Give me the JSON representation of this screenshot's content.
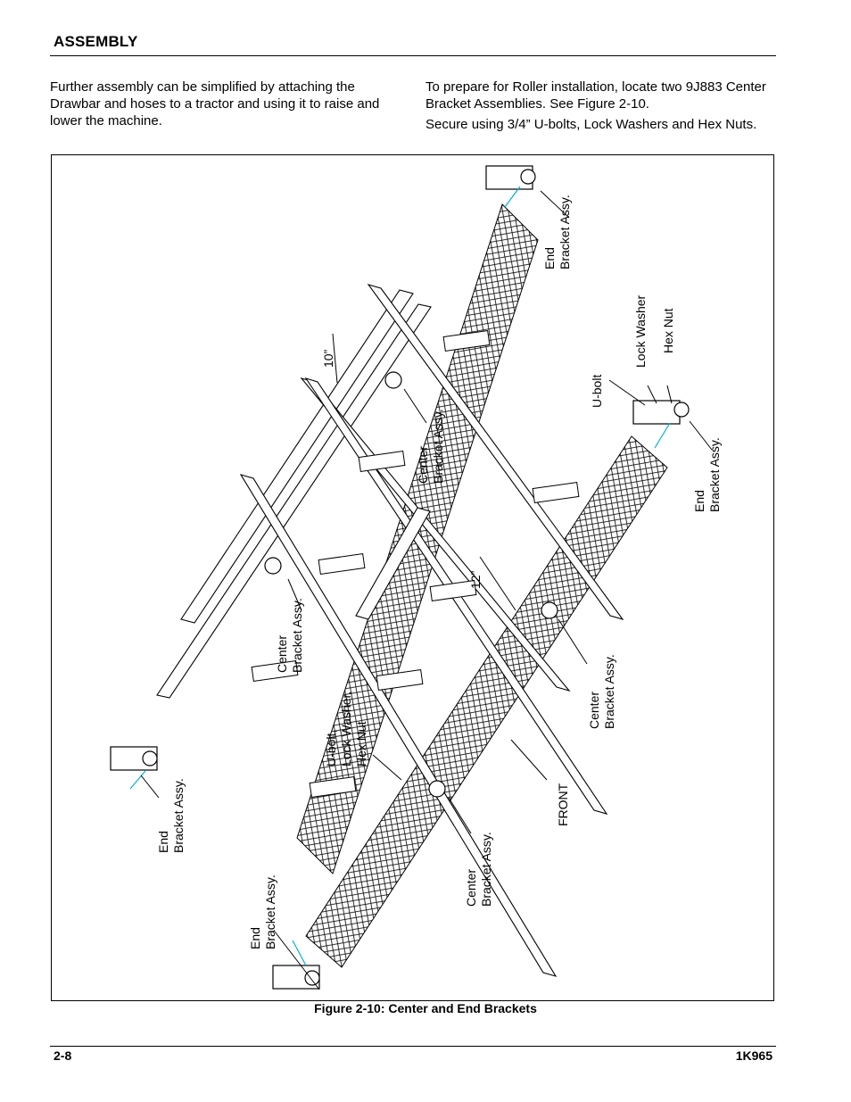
{
  "header": {
    "section_title": "ASSEMBLY"
  },
  "body": {
    "left_paragraph": "Further assembly can be simplified by attaching the Drawbar and hoses to a tractor and using it to raise and lower the machine.",
    "right_paragraph_1": "To prepare for Roller installation, locate two 9J883 Center Bracket Assemblies. See Figure 2-10.",
    "right_paragraph_2": "Secure using 3/4” U-bolts, Lock Washers and Hex Nuts."
  },
  "figure": {
    "caption": "Figure 2-10:  Center and End Brackets",
    "callouts": {
      "end_bracket_top_right": [
        "End",
        "Bracket Assy."
      ],
      "center_bracket_upper": [
        "Center",
        "Bracket Assy."
      ],
      "dim_10": "10”",
      "lock_washer": "Lock Washer",
      "hex_nut": "Hex Nut",
      "u_bolt": "U-bolt",
      "end_bracket_right": [
        "End",
        "Bracket Assy."
      ],
      "center_bracket_mid_left": [
        "Center",
        "Bracket Assy."
      ],
      "dim_12": "12”",
      "center_bracket_mid_right": [
        "Center",
        "Bracket Assy."
      ],
      "ubolt_lockwasher_hexnut": [
        "U-bolt,",
        "Lock Washer,",
        "Hex Nut"
      ],
      "front": "FRONT",
      "end_bracket_left": [
        "End",
        "Bracket Assy."
      ],
      "center_bracket_lower": [
        "Center",
        "Bracket Assy."
      ],
      "end_bracket_bottom": [
        "End",
        "Bracket Assy."
      ]
    }
  },
  "footer": {
    "page_number": "2-8",
    "document_number": "1K965"
  }
}
